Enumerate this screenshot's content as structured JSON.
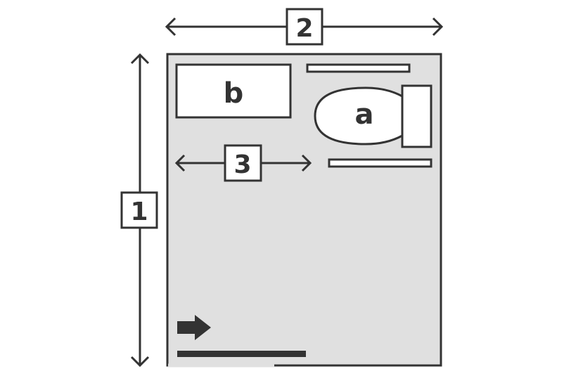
{
  "dimension_labels": {
    "height": "1",
    "width": "2",
    "clearance": "3"
  },
  "fixture_labels": {
    "toilet": "a",
    "sink": "b"
  },
  "icons": {
    "entry": "arrow-right-icon"
  },
  "colors": {
    "stroke": "#333333",
    "floor": "#e0e0e0",
    "fixture_fill": "#ffffff",
    "background": "#ffffff"
  }
}
